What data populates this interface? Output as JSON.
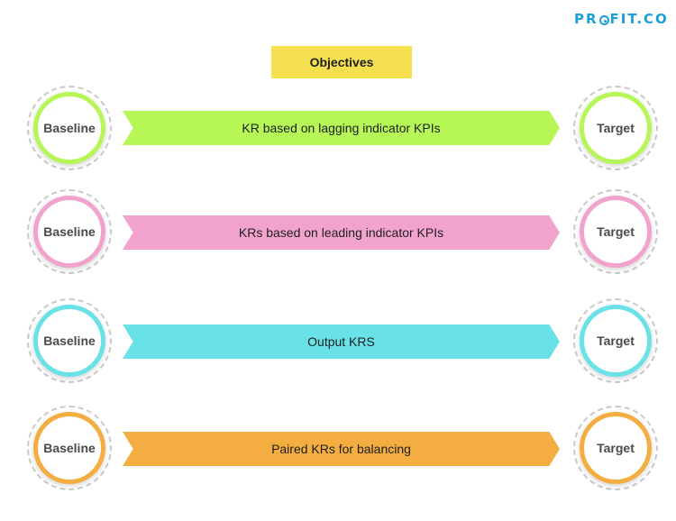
{
  "logo": {
    "pre": "PR",
    "post": "FIT.CO"
  },
  "objectives_label": "Objectives",
  "rows": [
    {
      "baseline": "Baseline",
      "kr": "KR based on lagging indicator KPIs",
      "target": "Target",
      "color": "#b6f657"
    },
    {
      "baseline": "Baseline",
      "kr": "KRs based on leading indicator KPIs",
      "target": "Target",
      "color": "#f1a3cd"
    },
    {
      "baseline": "Baseline",
      "kr": "Output KRS",
      "target": "Target",
      "color": "#68e2e6"
    },
    {
      "baseline": "Baseline",
      "kr": "Paired KRs for balancing",
      "target": "Target",
      "color": "#f3ad40"
    }
  ]
}
